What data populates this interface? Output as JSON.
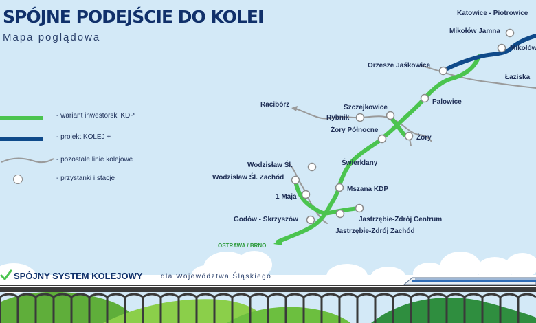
{
  "header": {
    "title": "SPÓJNE PODEJŚCIE DO KOLEI",
    "subtitle": "Mapa poglądowa"
  },
  "legend": {
    "items": [
      {
        "symbol": "green-line",
        "label": "- wariant inwestorski KDP"
      },
      {
        "symbol": "blue-line",
        "label": "- projekt KOLEJ +"
      },
      {
        "symbol": "gray-line",
        "label": "- pozostałe linie kolejowe"
      },
      {
        "symbol": "stop-circle",
        "label": "- przystanki i stacje"
      }
    ]
  },
  "colors": {
    "kdp_green": "#4bc44f",
    "kolej_plus_blue": "#0f4a8a",
    "other_lines_gray": "#9a9a9a",
    "title_navy": "#10306a",
    "sky": "#d3e9f7"
  },
  "stations": [
    {
      "id": "katowice-piotrowice",
      "label": "Katowice - Piotrowice"
    },
    {
      "id": "mikolow-jamna",
      "label": "Mikołów Jamna"
    },
    {
      "id": "mikolow",
      "label": "Mikołów"
    },
    {
      "id": "orzesze-jaskowice",
      "label": "Orzesze Jaśkowice"
    },
    {
      "id": "laziska",
      "label": "Łaziska"
    },
    {
      "id": "palowice",
      "label": "Palowice"
    },
    {
      "id": "raciborz",
      "label": "Racibórz"
    },
    {
      "id": "szczejkowice",
      "label": "Szczejkowice"
    },
    {
      "id": "rybnik",
      "label": "Rybnik"
    },
    {
      "id": "zory-polnocne",
      "label": "Żory Północne"
    },
    {
      "id": "zory",
      "label": "Żory"
    },
    {
      "id": "swierklany",
      "label": "Świerklany"
    },
    {
      "id": "wodzislaw",
      "label": "Wodzisław Śl."
    },
    {
      "id": "wodzislaw-zachod",
      "label": "Wodzisław Śl. Zachód"
    },
    {
      "id": "mszana",
      "label": "Mszana KDP"
    },
    {
      "id": "1-maja",
      "label": "1 Maja"
    },
    {
      "id": "godow",
      "label": "Godów - Skrzyszów"
    },
    {
      "id": "jastrzebie-centrum",
      "label": "Jastrzębie-Zdrój Centrum"
    },
    {
      "id": "jastrzebie-zachod",
      "label": "Jastrzębie-Zdrój Zachód"
    }
  ],
  "direction_label": "OSTRAWA / BRNO",
  "footer": {
    "title": "SPÓJNY SYSTEM KOLEJOWY",
    "subtitle": "dla Województwa Śląskiego"
  }
}
